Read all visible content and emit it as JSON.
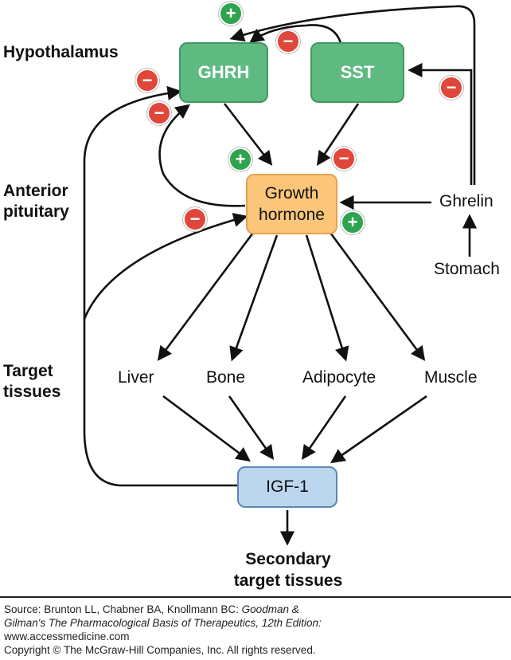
{
  "levels": {
    "hypothalamus": "Hypothalamus",
    "anterior_pituitary_line1": "Anterior",
    "anterior_pituitary_line2": "pituitary",
    "target_tissues_line1": "Target",
    "target_tissues_line2": "tissues"
  },
  "nodes": {
    "ghrh": "GHRH",
    "sst": "SST",
    "growth_hormone_line1": "Growth",
    "growth_hormone_line2": "hormone",
    "ghrelin": "Ghrelin",
    "stomach": "Stomach",
    "liver": "Liver",
    "bone": "Bone",
    "adipocyte": "Adipocyte",
    "muscle": "Muscle",
    "igf1": "IGF-1",
    "secondary_line1": "Secondary",
    "secondary_line2": "target tissues"
  },
  "signs": {
    "plus": "+",
    "minus": "−"
  },
  "colors": {
    "hypothalamic_box": "#5fba82",
    "pituitary_box": "#fbc67a",
    "igf_box": "#bcd6ee",
    "stimulation_badge": "#2ea44f",
    "inhibition_badge": "#e0473b"
  },
  "footer": {
    "source_prefix": "Source: Brunton LL, Chabner BA, Knollmann BC: ",
    "source_title_1": "Goodman &",
    "source_title_2": "Gilman's The Pharmacological Basis of Therapeutics, 12th Edition:",
    "url": "www.accessmedicine.com",
    "copyright": "Copyright © The McGraw-Hill Companies, Inc. All rights reserved."
  }
}
